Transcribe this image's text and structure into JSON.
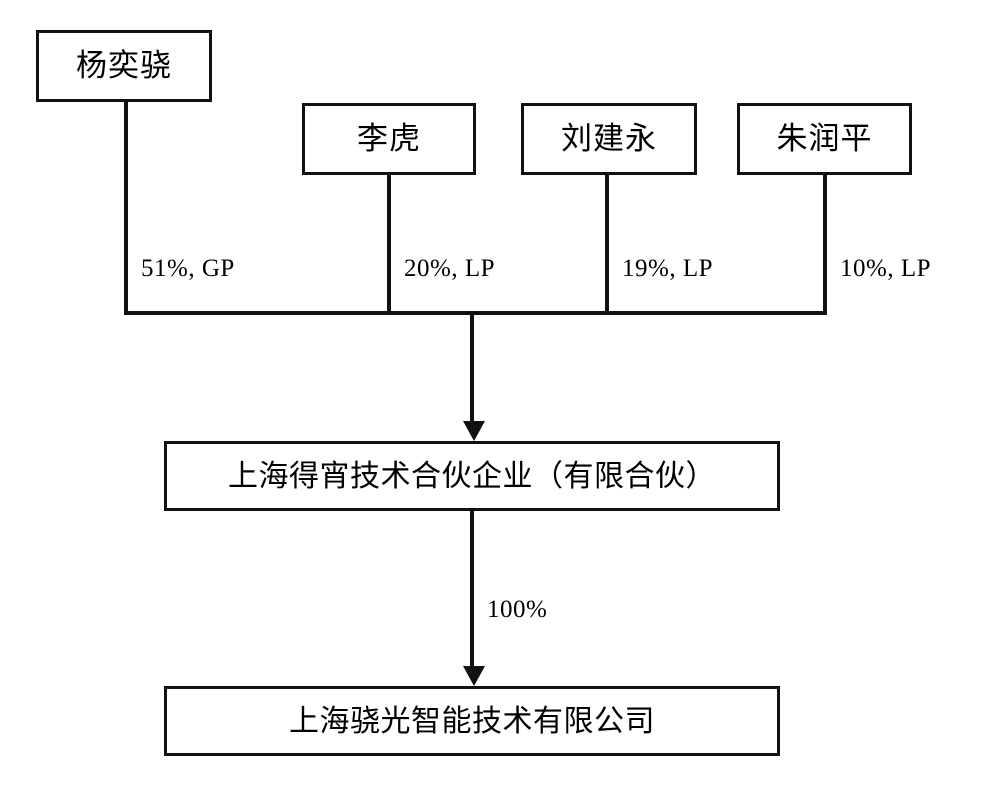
{
  "diagram": {
    "type": "ownership-structure-chart",
    "background_color": "#ffffff",
    "line_color": "#111111",
    "shareholders": [
      {
        "name": "杨奕骁",
        "stake": "51%, GP"
      },
      {
        "name": "李虎",
        "stake": "20%, LP"
      },
      {
        "name": "刘建永",
        "stake": "19%, LP"
      },
      {
        "name": "朱润平",
        "stake": "10%, LP"
      }
    ],
    "partnership": {
      "name": "上海得宵技术合伙企业（有限合伙）",
      "holding_label": "100%"
    },
    "company": {
      "name": "上海骁光智能技术有限公司"
    }
  }
}
